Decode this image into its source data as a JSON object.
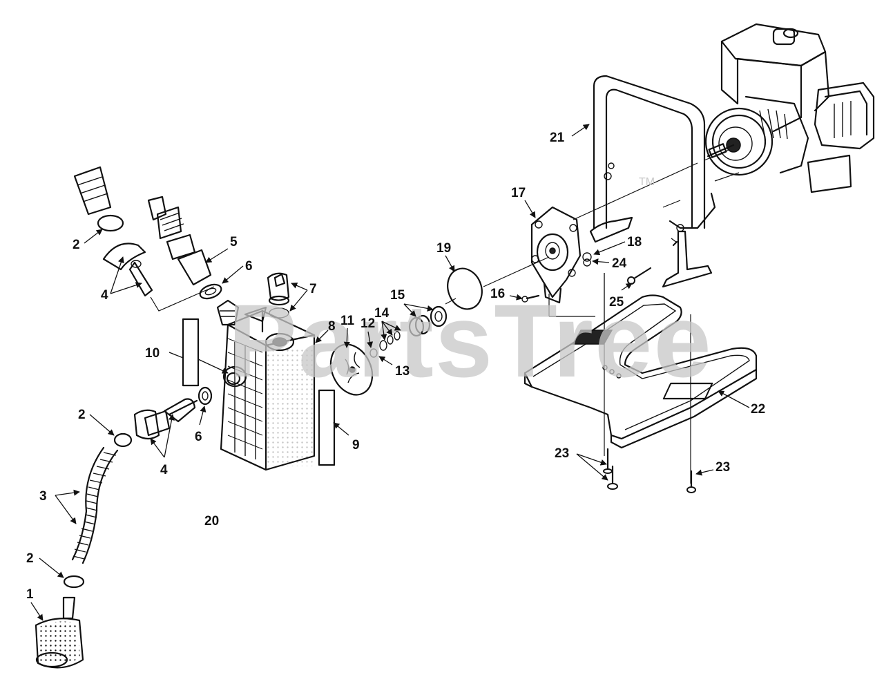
{
  "watermark": {
    "text": "PartsTree",
    "tm": "TM"
  },
  "callouts": [
    {
      "id": "c1",
      "label": "1"
    },
    {
      "id": "c2a",
      "label": "2"
    },
    {
      "id": "c2b",
      "label": "2"
    },
    {
      "id": "c2c",
      "label": "2"
    },
    {
      "id": "c3",
      "label": "3"
    },
    {
      "id": "c4a",
      "label": "4"
    },
    {
      "id": "c4b",
      "label": "4"
    },
    {
      "id": "c5",
      "label": "5"
    },
    {
      "id": "c6a",
      "label": "6"
    },
    {
      "id": "c6b",
      "label": "6"
    },
    {
      "id": "c7",
      "label": "7"
    },
    {
      "id": "c8",
      "label": "8"
    },
    {
      "id": "c9",
      "label": "9"
    },
    {
      "id": "c10",
      "label": "10"
    },
    {
      "id": "c11",
      "label": "11"
    },
    {
      "id": "c12",
      "label": "12"
    },
    {
      "id": "c13",
      "label": "13"
    },
    {
      "id": "c14",
      "label": "14"
    },
    {
      "id": "c15",
      "label": "15"
    },
    {
      "id": "c16",
      "label": "16"
    },
    {
      "id": "c17",
      "label": "17"
    },
    {
      "id": "c18",
      "label": "18"
    },
    {
      "id": "c19",
      "label": "19"
    },
    {
      "id": "c20",
      "label": "20"
    },
    {
      "id": "c21",
      "label": "21"
    },
    {
      "id": "c22",
      "label": "22"
    },
    {
      "id": "c23a",
      "label": "23"
    },
    {
      "id": "c23b",
      "label": "23"
    },
    {
      "id": "c24",
      "label": "24"
    },
    {
      "id": "c25",
      "label": "25"
    }
  ]
}
